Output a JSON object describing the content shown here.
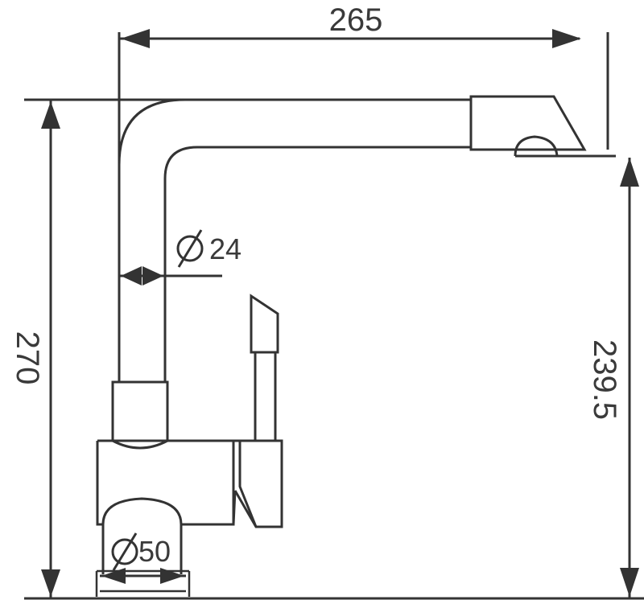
{
  "dimensions": {
    "spout_reach": "265",
    "total_height": "270",
    "spout_height": "239.5",
    "body_diameter": "24",
    "base_diameter": "50"
  },
  "symbols": {
    "diameter_symbol": "diameter-symbol"
  },
  "colors": {
    "line": "#333333",
    "background": "#ffffff"
  }
}
